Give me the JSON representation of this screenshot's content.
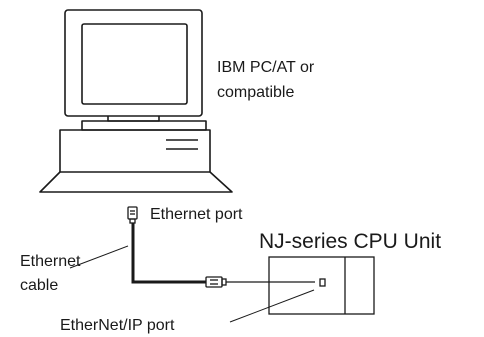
{
  "labels": {
    "pc_line1": "IBM PC/AT or",
    "pc_line2": "compatible",
    "ethernet_port": "Ethernet port",
    "cpu_unit": "NJ-series CPU Unit",
    "ethernet_cable_line1": "Ethernet",
    "ethernet_cable_line2": "cable",
    "ethernetip_port": "EtherNet/IP port"
  },
  "colors": {
    "stroke": "#1a1a1a",
    "background": "#ffffff"
  }
}
